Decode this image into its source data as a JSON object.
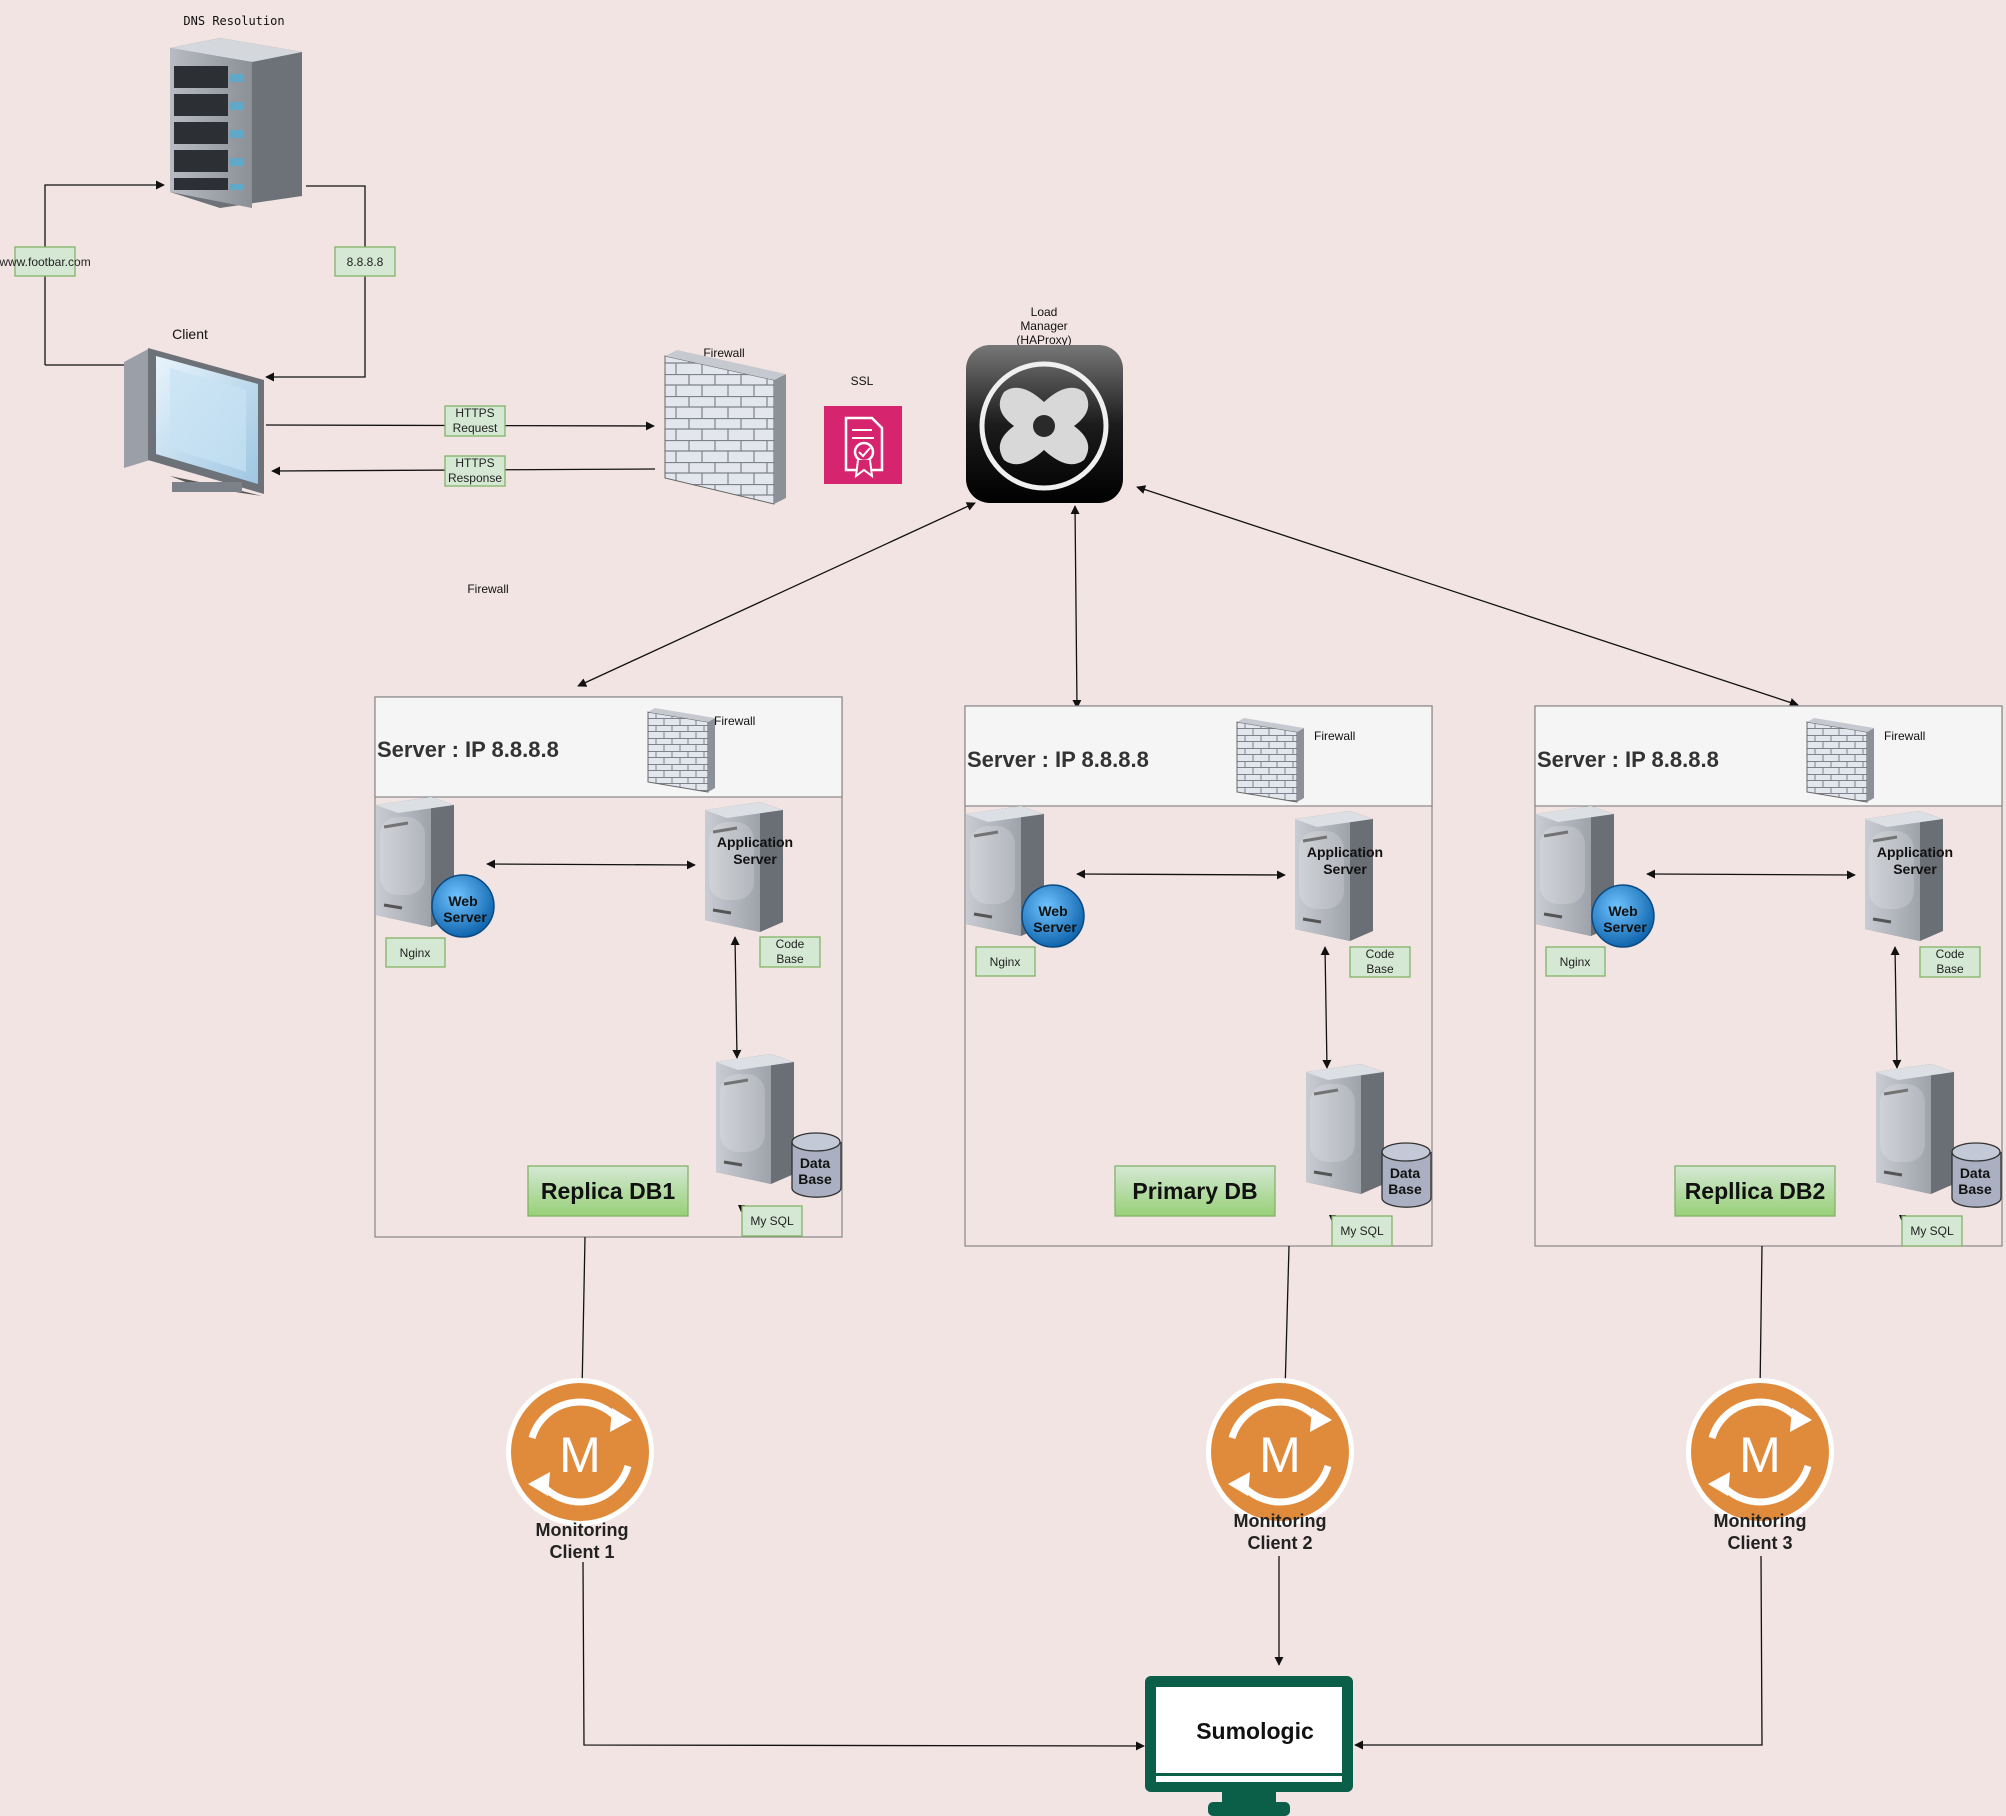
{
  "dns": {
    "title": "DNS Resolution",
    "domain_tag": "www.footbar.com",
    "ip_tag": "8.8.8.8"
  },
  "client": {
    "label": "Client"
  },
  "https": {
    "request": [
      "HTTPS",
      "Request"
    ],
    "response": [
      "HTTPS",
      "Response"
    ]
  },
  "firewall_labels": {
    "edge": "Firewall",
    "middle": "Firewall"
  },
  "ssl": {
    "label": "SSL"
  },
  "load_balancer": {
    "label": [
      "Load",
      "Manager",
      "(HAProxy)"
    ]
  },
  "servers": [
    {
      "header": "Server : IP 8.8.8.8",
      "firewall": "Firewall",
      "web": [
        "Web",
        "Server"
      ],
      "app": [
        "Application",
        "Server"
      ],
      "db": [
        "Data",
        "Base"
      ],
      "nginx": "Nginx",
      "code": [
        "Code",
        "Base"
      ],
      "mysql": "My SQL",
      "role": "Replica DB1"
    },
    {
      "header": "Server : IP 8.8.8.8",
      "firewall": "Firewall",
      "web": [
        "Web",
        "Server"
      ],
      "app": [
        "Application",
        "Server"
      ],
      "db": [
        "Data",
        "Base"
      ],
      "nginx": "Nginx",
      "code": [
        "Code",
        "Base"
      ],
      "mysql": "My SQL",
      "role": "Primary DB"
    },
    {
      "header": "Server : IP 8.8.8.8",
      "firewall": "Firewall",
      "web": [
        "Web",
        "Server"
      ],
      "app": [
        "Application",
        "Server"
      ],
      "db": [
        "Data",
        "Base"
      ],
      "nginx": "Nginx",
      "code": [
        "Code",
        "Base"
      ],
      "mysql": "My SQL",
      "role": "Repllica DB2"
    }
  ],
  "monitoring": [
    {
      "label": [
        "Monitoring",
        "Client 1"
      ],
      "glyph": "M"
    },
    {
      "label": [
        "Monitoring",
        "Client 2"
      ],
      "glyph": "M"
    },
    {
      "label": [
        "Monitoring",
        "Client 3"
      ],
      "glyph": "M"
    }
  ],
  "sumologic": {
    "label": "Sumologic"
  },
  "colors": {
    "background": "#f2e4e3",
    "tag_fill": "#d5e8d4",
    "tag_stroke": "#82b366",
    "monitor_orange": "#e08a3c",
    "sumologic_green": "#0b5e48",
    "ssl_pink": "#d6246e"
  }
}
